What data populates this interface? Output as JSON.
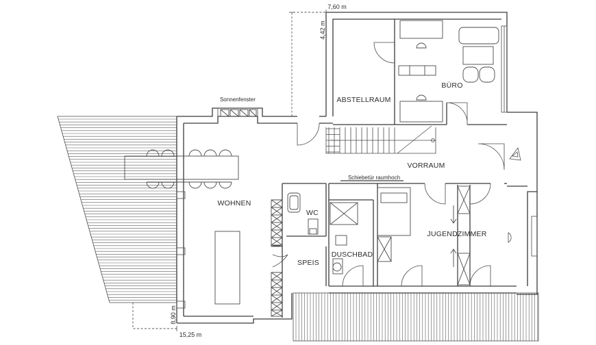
{
  "rooms": {
    "abstellraum": "ABSTELLRAUM",
    "buero": "BÜRO",
    "vorraum": "VORRAUM",
    "wohnen": "WOHNEN",
    "wc": "WC",
    "duschbad": "DUSCHBAD",
    "speis": "SPEIS",
    "jugendzimmer": "JUGENDZIMMER"
  },
  "notes": {
    "sonnenfenster": "Sonnenfenster",
    "schiebetuer": "Schiebetür raumhoch"
  },
  "dimensions": {
    "top_width": "7,60 m",
    "top_depth": "4,42 m",
    "bottom_depth": "8,90 m",
    "bottom_width": "15,25 m"
  },
  "colors": {
    "lines": "#3a3a3a",
    "background": "#ffffff"
  }
}
